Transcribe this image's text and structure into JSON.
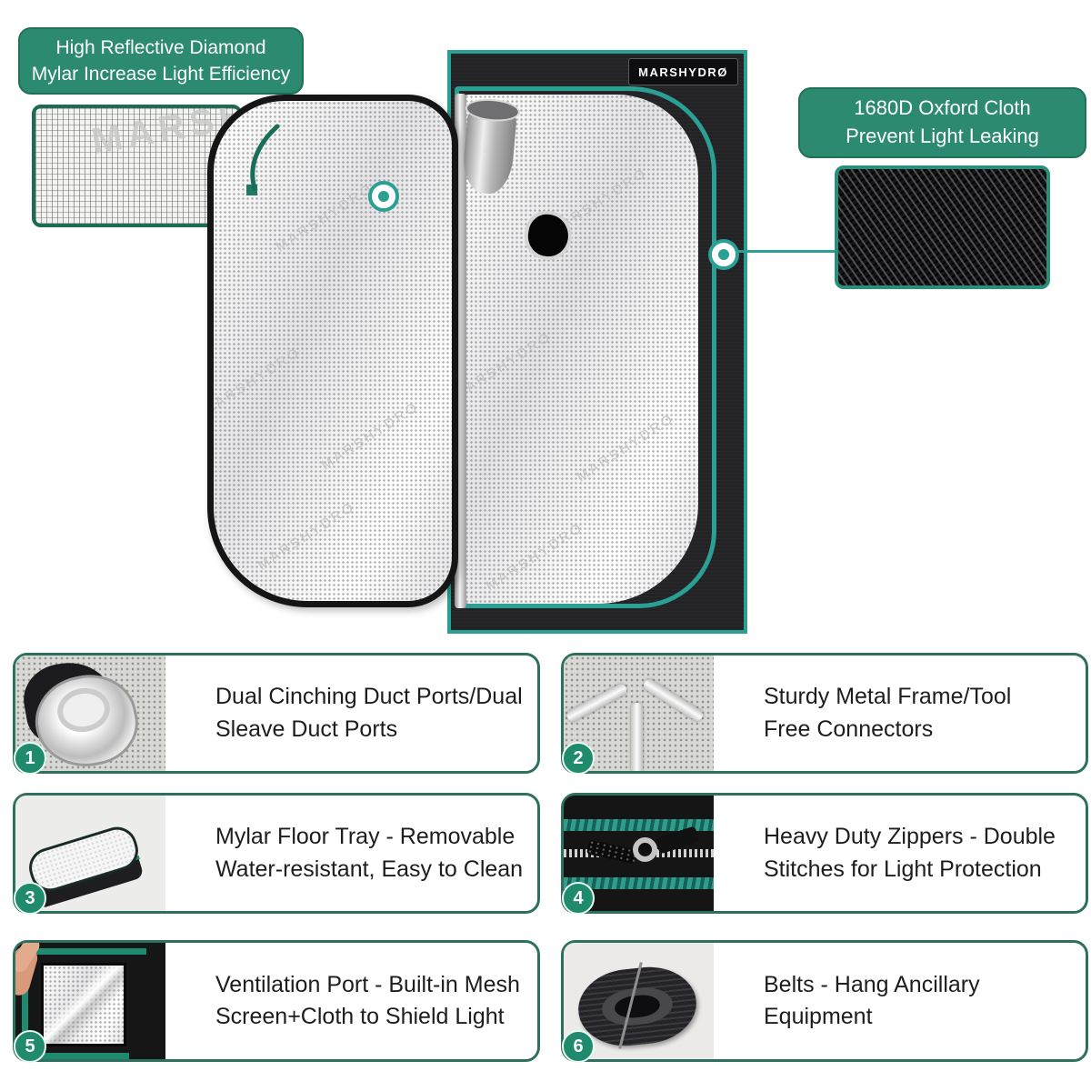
{
  "brand": {
    "logo": "MARSHYDRØ",
    "watermark": "MARSHYDRO"
  },
  "callouts": {
    "mylar": {
      "line1": "High Reflective Diamond",
      "line2": "Mylar Increase Light Efficiency"
    },
    "oxford": {
      "line1": "1680D Oxford Cloth",
      "line2": "Prevent Light Leaking"
    }
  },
  "colors": {
    "accent_teal": "#2aa094",
    "badge_green": "#2b8a6f",
    "card_border": "#2e7060",
    "number_badge_green": "#1f8a6c",
    "tent_black": "#232326",
    "text": "#1d1d1d"
  },
  "features": [
    {
      "num": "1",
      "lines": [
        "Dual Cinching Duct Ports/Dual",
        "Sleave Duct Ports"
      ]
    },
    {
      "num": "2",
      "lines": [
        "Sturdy Metal Frame/Tool",
        "Free Connectors"
      ]
    },
    {
      "num": "3",
      "lines": [
        "Mylar Floor Tray - Removable",
        "Water-resistant, Easy to Clean"
      ]
    },
    {
      "num": "4",
      "lines": [
        "Heavy Duty Zippers - Double",
        "Stitches for Light Protection"
      ]
    },
    {
      "num": "5",
      "lines": [
        "Ventilation Port - Built-in Mesh",
        "Screen+Cloth to Shield Light"
      ]
    },
    {
      "num": "6",
      "lines": [
        "Belts - Hang Ancillary",
        "Equipment"
      ]
    }
  ]
}
